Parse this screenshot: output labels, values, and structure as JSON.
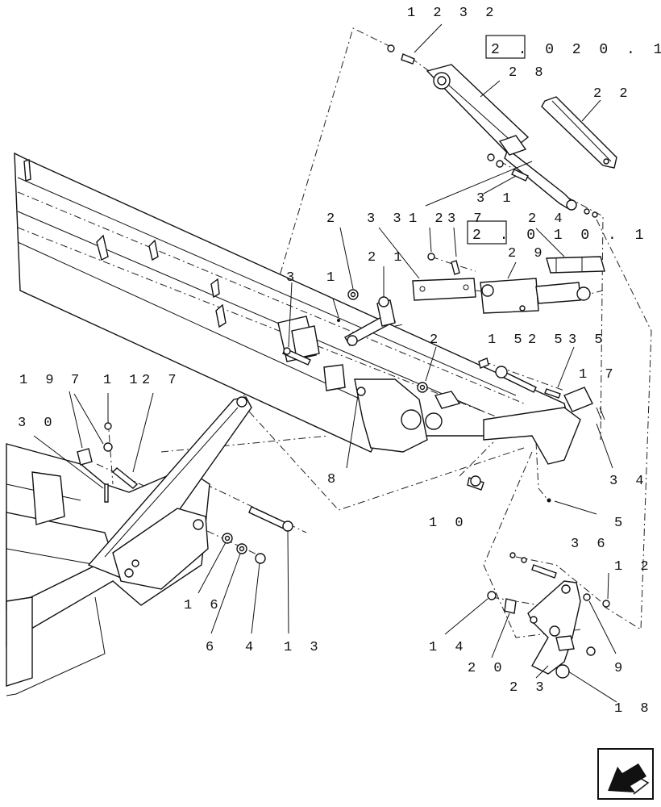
{
  "callouts": [
    {
      "id": "c1232",
      "text": "1 2 3 2"
    },
    {
      "id": "c28",
      "text": "2 8"
    },
    {
      "id": "c22",
      "text": "2 2"
    },
    {
      "id": "c31",
      "text": "3 1"
    },
    {
      "id": "c12",
      "text": "1 2"
    },
    {
      "id": "c37",
      "text": "3 7"
    },
    {
      "id": "c24",
      "text": "2 4"
    },
    {
      "id": "c2a",
      "text": "2"
    },
    {
      "id": "c33",
      "text": "3 3"
    },
    {
      "id": "c21",
      "text": "2 1"
    },
    {
      "id": "c29",
      "text": "2 9"
    },
    {
      "id": "c3",
      "text": "3"
    },
    {
      "id": "c1",
      "text": "1"
    },
    {
      "id": "c2b",
      "text": "2"
    },
    {
      "id": "c15",
      "text": "1 5"
    },
    {
      "id": "c25",
      "text": "2 5"
    },
    {
      "id": "c35",
      "text": "3 5"
    },
    {
      "id": "c17",
      "text": "1 7"
    },
    {
      "id": "c19",
      "text": "1 9"
    },
    {
      "id": "c7",
      "text": "7"
    },
    {
      "id": "c11",
      "text": "1 1"
    },
    {
      "id": "c27",
      "text": "2 7"
    },
    {
      "id": "c30",
      "text": "3 0"
    },
    {
      "id": "c8",
      "text": "8"
    },
    {
      "id": "c34",
      "text": "3 4"
    },
    {
      "id": "c10",
      "text": "1 0"
    },
    {
      "id": "c5",
      "text": "5"
    },
    {
      "id": "c36",
      "text": "3 6"
    },
    {
      "id": "c12b",
      "text": "1 2"
    },
    {
      "id": "c16",
      "text": "1 6"
    },
    {
      "id": "c6",
      "text": "6"
    },
    {
      "id": "c4",
      "text": "4"
    },
    {
      "id": "c13",
      "text": "1 3"
    },
    {
      "id": "c14",
      "text": "1 4"
    },
    {
      "id": "c20",
      "text": "2 0"
    },
    {
      "id": "c9",
      "text": "9"
    },
    {
      "id": "c23",
      "text": "2 3"
    },
    {
      "id": "c18",
      "text": "1 8"
    }
  ],
  "references": {
    "ref_top": "2 . 0 2 0 . 1",
    "ref_mid": "2 . 0 1 0 . 1"
  },
  "icons": {
    "nav": "back-arrow-icon"
  },
  "colors": {
    "ink": "#111111",
    "paper": "#ffffff"
  }
}
